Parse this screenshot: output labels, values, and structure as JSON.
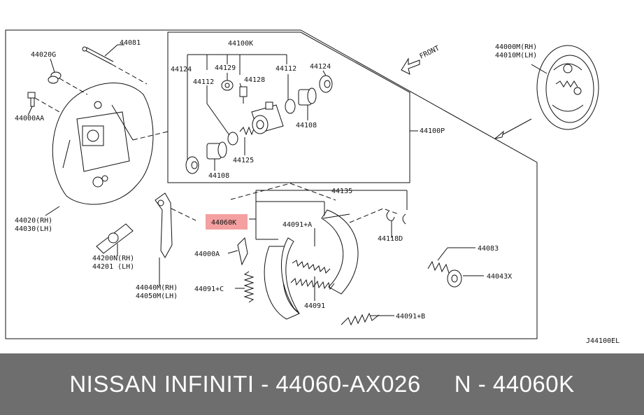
{
  "diagram": {
    "labels": {
      "l_44081": "44081",
      "l_44020g": "44020G",
      "l_44000aa": "44000AA",
      "l_44020": "44020(RH)",
      "l_44030": "44030(LH)",
      "l_44100k": "44100K",
      "l_44124a": "44124",
      "l_44129": "44129",
      "l_44112a": "44112",
      "l_44128": "44128",
      "l_44112b": "44112",
      "l_44124b": "44124",
      "l_44108a": "44108",
      "l_44125": "44125",
      "l_44108b": "44108",
      "l_44100p": "44100P",
      "l_front": "FRONT",
      "l_44000m": "44000M(RH)",
      "l_44010m": "44010M(LH)",
      "l_44135": "44135",
      "l_44060k": "44060K",
      "l_44091a": "44091+A",
      "l_44118d": "44118D",
      "l_44083": "44083",
      "l_44043x": "44043X",
      "l_44200n": "44200N(RH)",
      "l_44201": "44201  (LH)",
      "l_44000a": "44000A",
      "l_44040m": "44040M(RH)",
      "l_44050m": "44050M(LH)",
      "l_44091c": "44091+C",
      "l_44091": "44091",
      "l_44091b": "44091+B",
      "l_code": "J44100EL"
    },
    "highlight_color": "#f4a0a0"
  },
  "banner": {
    "title": "NISSAN INFINITI - 44060-AX026",
    "code": "N - 44060K",
    "background": "#6e6e6e"
  }
}
